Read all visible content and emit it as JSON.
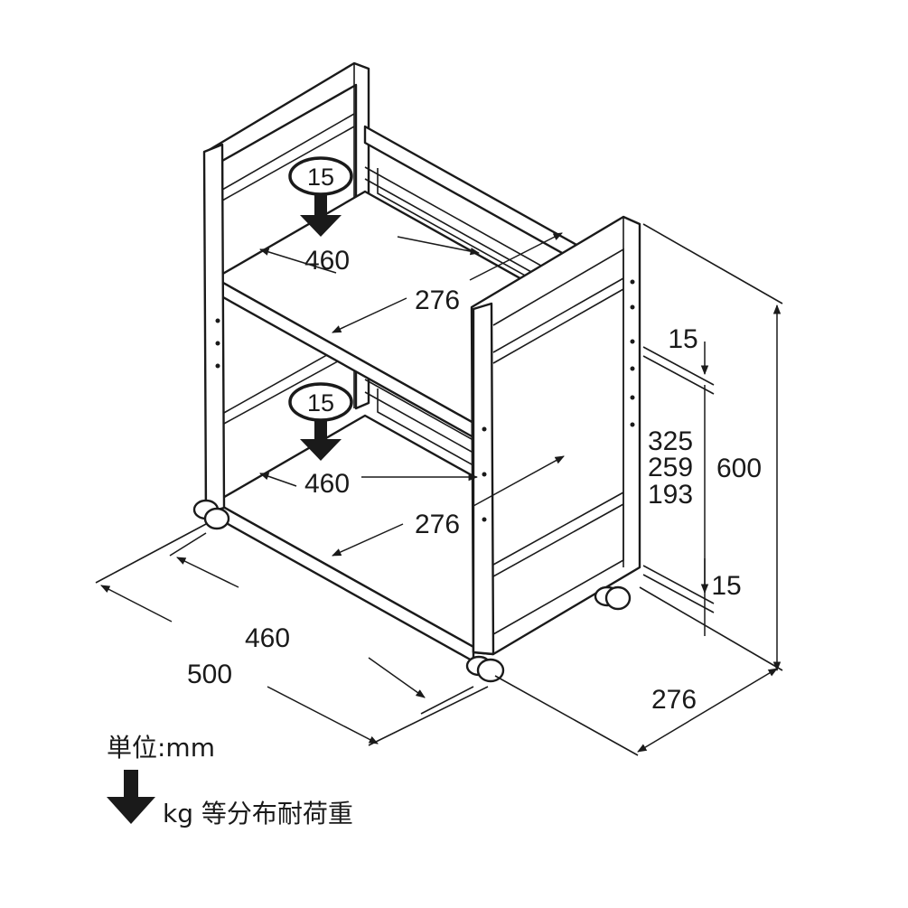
{
  "diagram": {
    "shelves": [
      {
        "load": "15",
        "width": "460",
        "depth": "276"
      },
      {
        "load": "15",
        "width": "460",
        "depth": "276"
      }
    ],
    "dimensions": {
      "inner_width": "460",
      "outer_width": "500",
      "depth": "276",
      "height": "600",
      "top_thickness": "15",
      "bottom_thickness": "15",
      "shelf_positions": [
        "325",
        "259",
        "193"
      ]
    },
    "legend": {
      "unit": "単位:mm",
      "load_note": "kg 等分布耐荷重"
    },
    "colors": {
      "line": "#1a1a1a",
      "background": "#ffffff"
    }
  }
}
